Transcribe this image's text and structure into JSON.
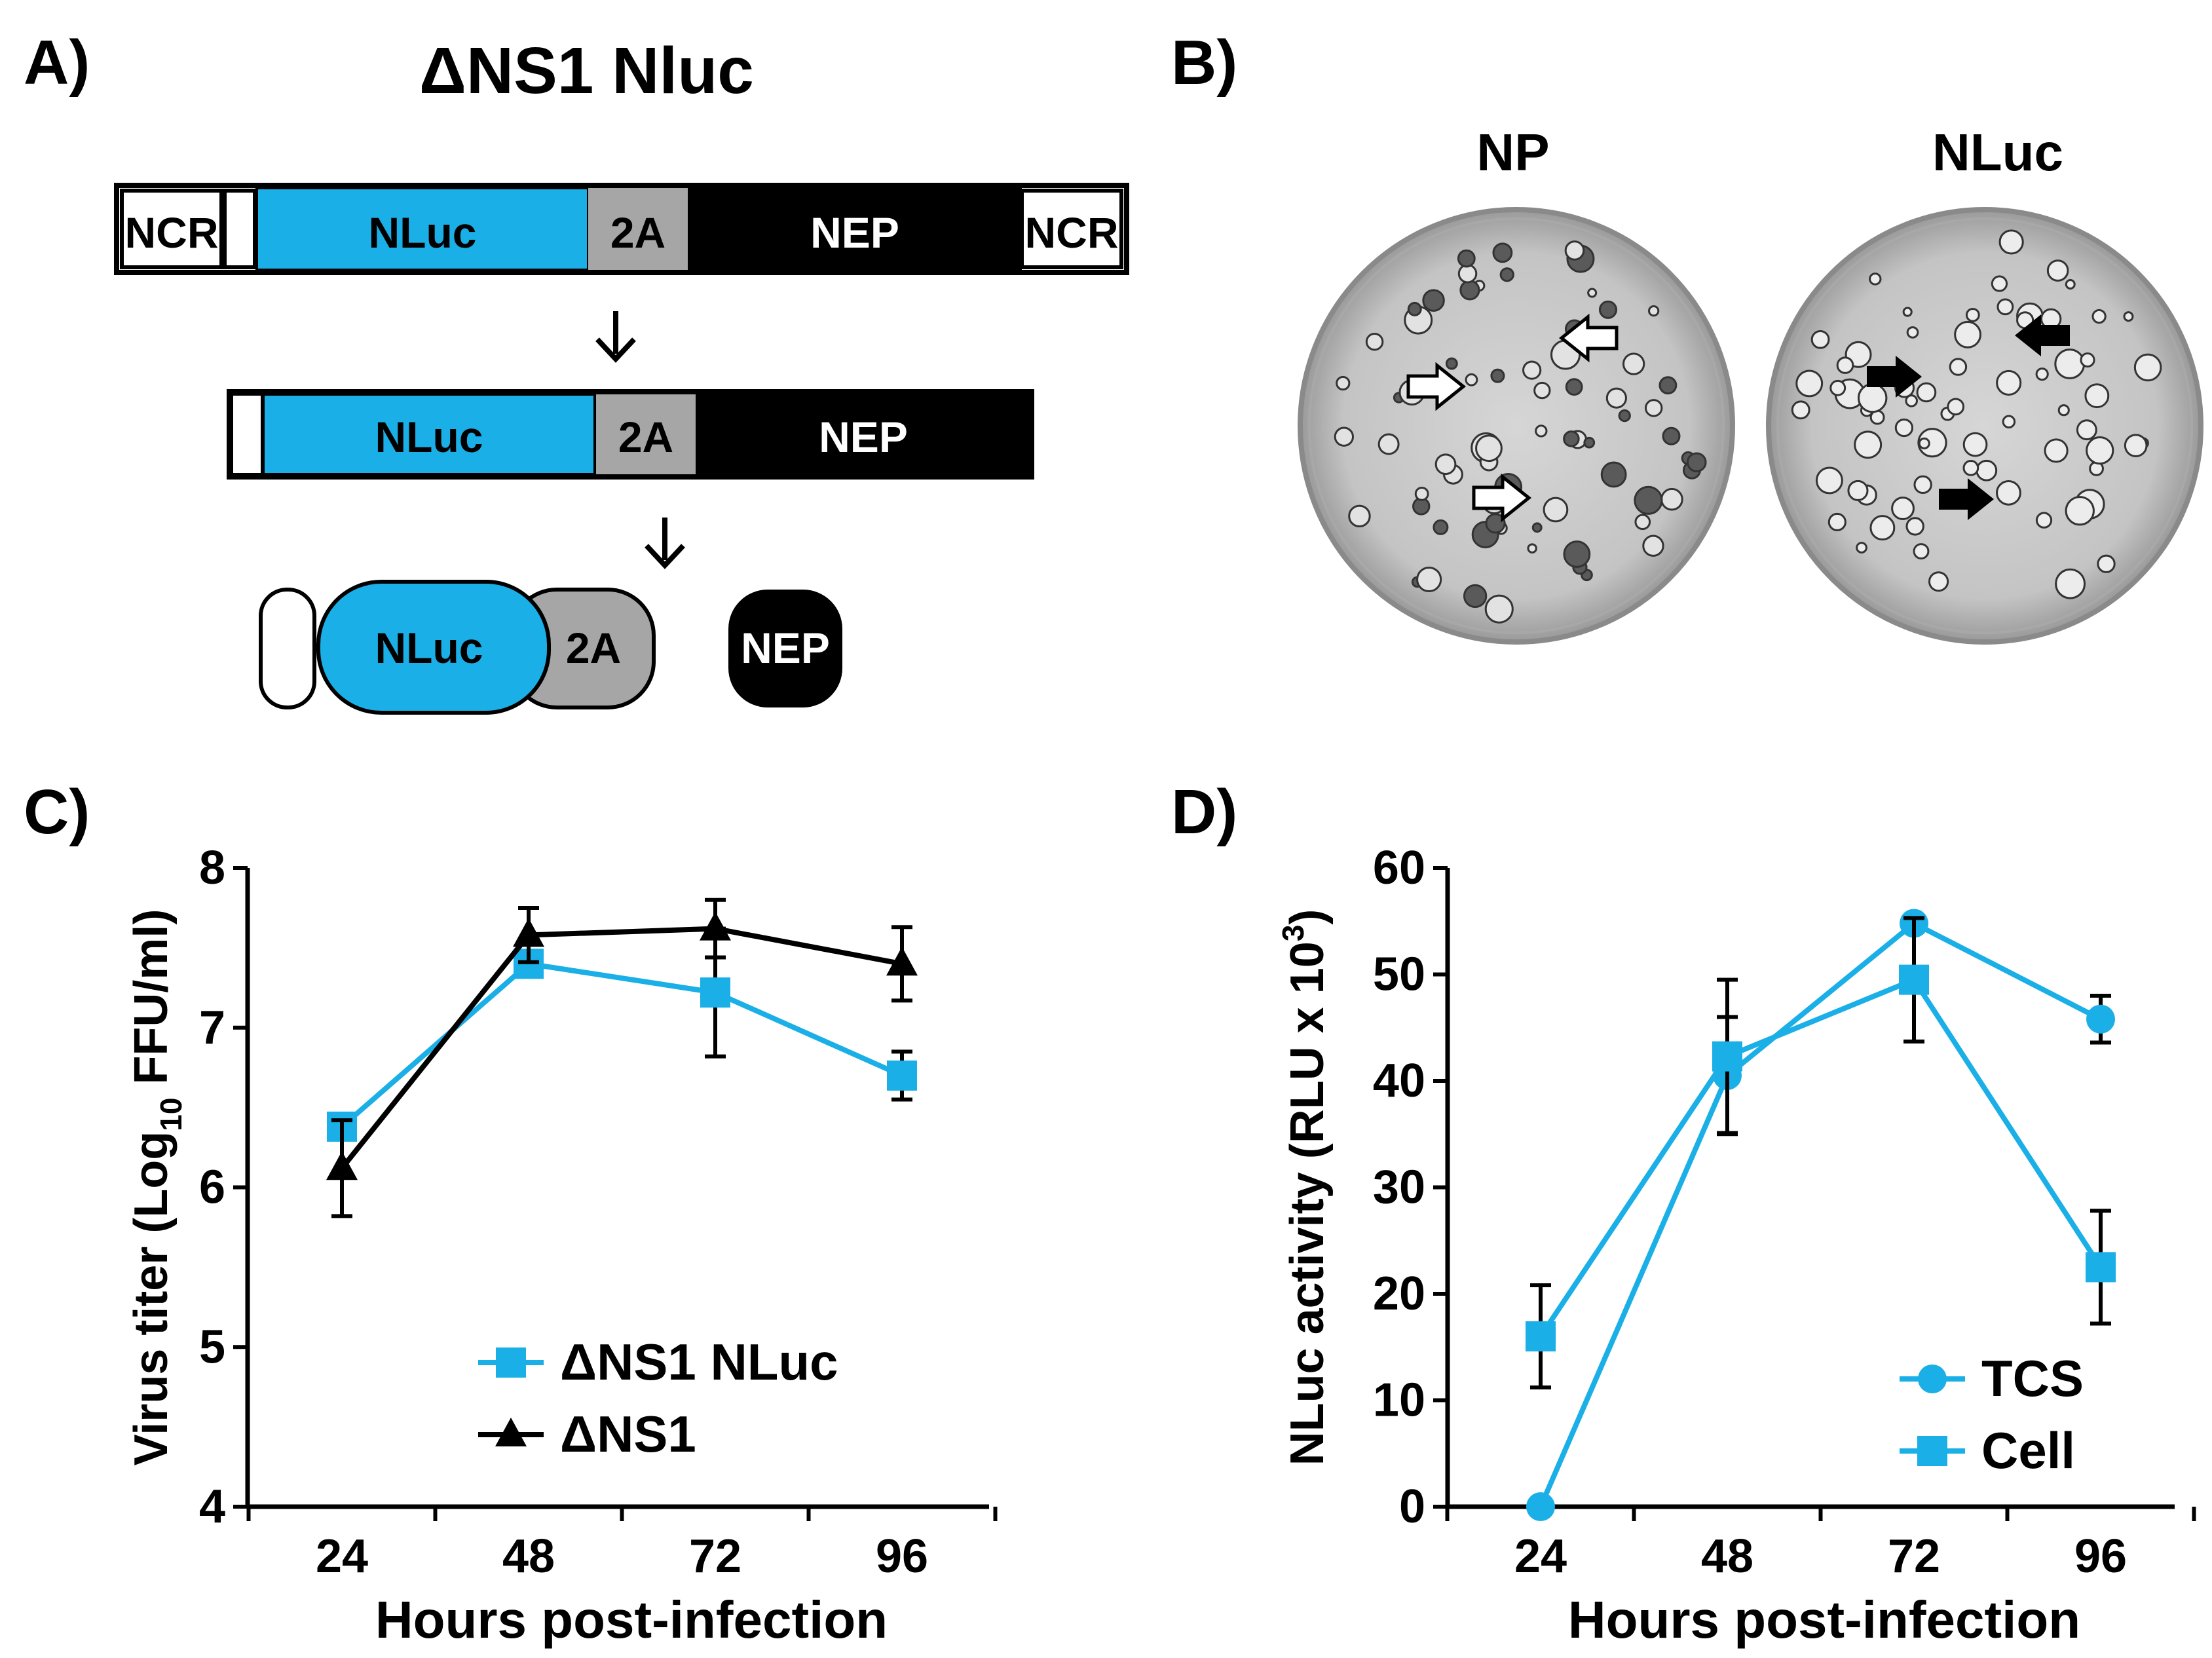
{
  "colors": {
    "nluc": "#1aafe6",
    "twoA": "#a6a6a6",
    "nep": "#000000",
    "black": "#000000",
    "white": "#ffffff"
  },
  "panel_a": {
    "letter": "A)",
    "title": "ΔNS1 Nluc",
    "construct_row1": [
      "NCR",
      "NLuc",
      "2A",
      "NEP",
      "NCR"
    ],
    "construct_row2": [
      "NLuc",
      "2A",
      "NEP"
    ],
    "products": [
      "NLuc",
      "2A",
      "NEP"
    ]
  },
  "panel_b": {
    "letter": "B)",
    "plate_labels": [
      "NP",
      "NLuc"
    ]
  },
  "chart_data": [
    {
      "panel": "C)",
      "type": "line",
      "xlabel": "Hours post-infection",
      "ylabel_parts": [
        "Virus titer (Log",
        "10",
        " FFU/ml)"
      ],
      "categories": [
        24,
        48,
        72,
        96
      ],
      "ylim": [
        4,
        8
      ],
      "yticks": [
        4,
        5,
        6,
        7,
        8
      ],
      "legend_position": "bottom-center",
      "series": [
        {
          "name": "ΔNS1 NLuc",
          "marker": "square",
          "color": "#1aafe6",
          "values": [
            6.38,
            7.4,
            7.22,
            6.7
          ],
          "errors": [
            0.05,
            0.07,
            0.4,
            0.15
          ]
        },
        {
          "name": "ΔNS1",
          "marker": "triangle",
          "color": "#000000",
          "values": [
            6.12,
            7.58,
            7.62,
            7.4
          ],
          "errors": [
            0.3,
            0.17,
            0.18,
            0.23
          ]
        }
      ]
    },
    {
      "panel": "D)",
      "type": "line",
      "xlabel": "Hours post-infection",
      "ylabel_parts": [
        "NLuc activity (RLU x 10",
        "3",
        ")"
      ],
      "categories": [
        24,
        48,
        72,
        96
      ],
      "ylim": [
        0,
        60
      ],
      "yticks": [
        0,
        10,
        20,
        30,
        40,
        50,
        60
      ],
      "legend_position": "bottom-right",
      "series": [
        {
          "name": "TCS",
          "marker": "circle",
          "color": "#1aafe6",
          "values": [
            0,
            40.5,
            54.8,
            45.8
          ],
          "errors": [
            0,
            5.5,
            0.5,
            2.2
          ]
        },
        {
          "name": "Cell",
          "marker": "square",
          "color": "#1aafe6",
          "values": [
            16,
            42.3,
            49.5,
            22.5
          ],
          "errors": [
            4.8,
            7.2,
            5.8,
            5.3
          ]
        }
      ]
    }
  ]
}
